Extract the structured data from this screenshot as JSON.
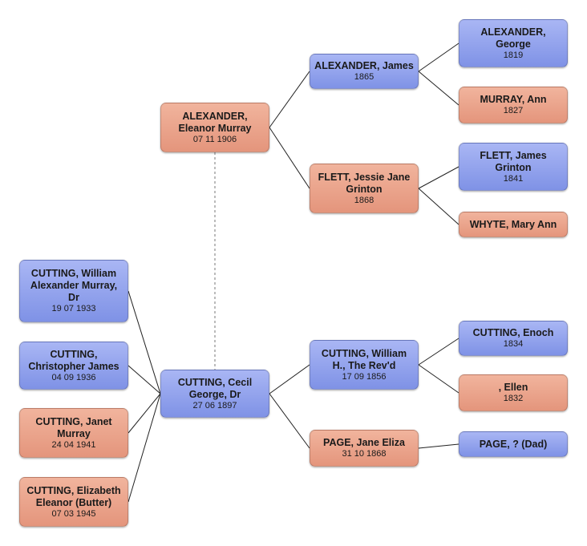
{
  "people": {
    "eleanor": {
      "name": "ALEXANDER,\nEleanor Murray",
      "date": "07 11 1906",
      "sex": "female"
    },
    "james_alexander": {
      "name": "ALEXANDER, James",
      "date": "1865",
      "sex": "male"
    },
    "george_alexander": {
      "name": "ALEXANDER,\nGeorge",
      "date": "1819",
      "sex": "male"
    },
    "ann_murray": {
      "name": "MURRAY, Ann",
      "date": "1827",
      "sex": "female"
    },
    "jessie_flett": {
      "name": "FLETT, Jessie Jane\nGrinton",
      "date": "1868",
      "sex": "female"
    },
    "james_flett": {
      "name": "FLETT, James\nGrinton",
      "date": "1841",
      "sex": "male"
    },
    "mary_whyte": {
      "name": "WHYTE, Mary Ann",
      "date": "",
      "sex": "female"
    },
    "william_dr": {
      "name": "CUTTING, William\nAlexander Murray,\nDr",
      "date": "19 07 1933",
      "sex": "male"
    },
    "christopher": {
      "name": "CUTTING,\nChristopher James",
      "date": "04 09 1936",
      "sex": "male"
    },
    "janet": {
      "name": "CUTTING, Janet\nMurray",
      "date": "24 04 1941",
      "sex": "female"
    },
    "elizabeth": {
      "name": "CUTTING, Elizabeth\nEleanor (Butter)",
      "date": "07 03 1945",
      "sex": "female"
    },
    "cecil": {
      "name": "CUTTING, Cecil\nGeorge, Dr",
      "date": "27 06 1897",
      "sex": "male"
    },
    "william_revd": {
      "name": "CUTTING, William\nH., The Rev'd",
      "date": "17 09 1856",
      "sex": "male"
    },
    "enoch": {
      "name": "CUTTING, Enoch",
      "date": "1834",
      "sex": "male"
    },
    "ellen": {
      "name": ", Ellen",
      "date": "1832",
      "sex": "female"
    },
    "jane_page": {
      "name": "PAGE, Jane Eliza",
      "date": "31 10 1868",
      "sex": "female"
    },
    "page_dad": {
      "name": "PAGE, ? (Dad)",
      "date": "",
      "sex": "male"
    }
  },
  "colors": {
    "male": "#8fa0ec",
    "female": "#eba68c",
    "line": "#222222"
  }
}
